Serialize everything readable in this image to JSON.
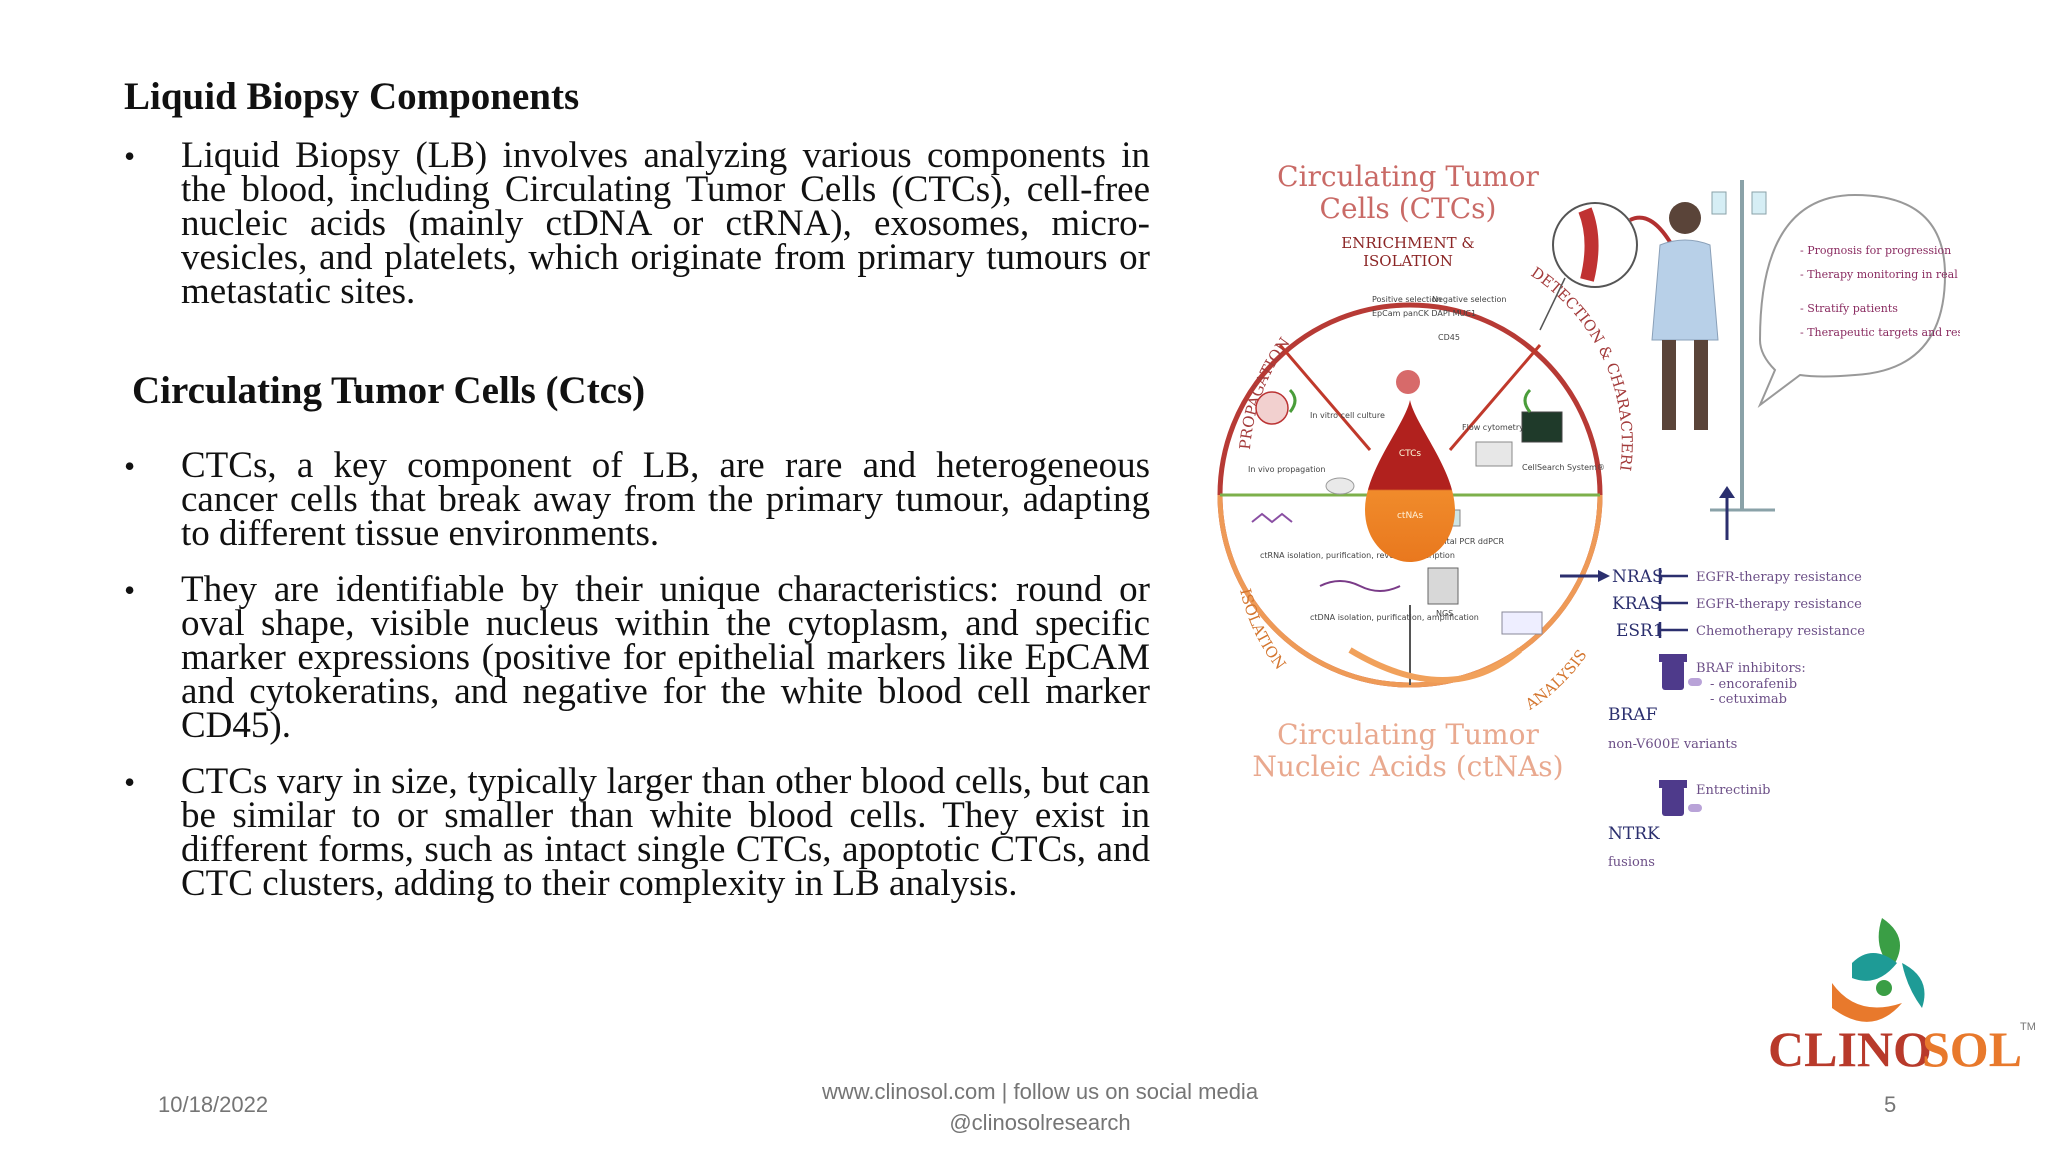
{
  "slide": {
    "heading1": "Liquid Biopsy Components",
    "bullets1": [
      "Liquid Biopsy (LB) involves analyzing various components in the blood, including Circulating Tumor Cells (CTCs), cell-free nucleic acids (mainly ctDNA or ctRNA), exosomes, micro-vesicles, and platelets, which originate from primary tumours or metastatic sites."
    ],
    "heading2": "Circulating Tumor Cells (Ctcs)",
    "bullets2": [
      "CTCs, a key component of LB, are rare and heterogeneous cancer cells that break away from the primary tumour, adapting to different tissue environments.",
      "They are identifiable by their unique characteristics: round or oval shape, visible nucleus within the cytoplasm, and specific marker expressions (positive for epithelial markers like EpCAM and cytokeratins, and negative for the white blood cell marker CD45).",
      "CTCs vary in size, typically larger than other blood cells, but can be similar to or smaller than white blood cells. They exist in different forms, such as intact single CTCs, apoptotic CTCs, and CTC clusters, adding to their complexity in LB analysis."
    ]
  },
  "figure": {
    "title_top": [
      "Circulating Tumor",
      "Cells (CTCs)"
    ],
    "enrichment": [
      "ENRICHMENT &",
      "ISOLATION"
    ],
    "propagation": "PROPAGATION",
    "detection": "DETECTION & CHARACTERIZATION",
    "isolation": "ISOLATION",
    "analysis": "ANALYSIS",
    "title_bottom": [
      "Circulating Tumor",
      "Nucleic Acids (ctNAs)"
    ],
    "center_top": "CTCs",
    "center_bottom": "ctNAs",
    "small_labels": {
      "positive": "Positive selection",
      "negative": "Negative selection",
      "markers": "EpCam panCK DAPI MUC1",
      "cd45": "CD45",
      "invitro": "In vitro cell culture",
      "invivo": "In vivo propagation",
      "flow": "Flow cytometry",
      "cellsearch": "CellSearch System®",
      "ctrna": "ctRNA isolation, purification, revers transcription",
      "ctdna": "ctDNA isolation, purification, amplification",
      "dpcr": "digital PCR  ddPCR",
      "ngs": "NGS"
    },
    "bubble": [
      "- Prognosis for progression",
      "- Therapy monitoring in real time",
      "- Stratify patients",
      "- Therapeutic targets and resistance mechanisms"
    ],
    "genes": [
      {
        "gene": "NRAS",
        "note": "EGFR-therapy resistance"
      },
      {
        "gene": "KRAS",
        "note": "EGFR-therapy resistance"
      },
      {
        "gene": "ESR1",
        "note": "Chemotherapy resistance"
      }
    ],
    "braf": {
      "gene": "BRAF",
      "variants": "non-V600E variants",
      "note1": "BRAF inhibitors:",
      "note2": "- encorafenib",
      "note3": "- cetuximab"
    },
    "ntrk": {
      "gene": "NTRK",
      "sub": "fusions",
      "note": "Entrectinib"
    }
  },
  "logo": {
    "text_part1": "CLINO",
    "text_part2": "SOL",
    "tm": "TM",
    "colors": {
      "red": "#b83a2b",
      "orange": "#e8792c",
      "teal": "#1e9b96",
      "green": "#3a9e45"
    }
  },
  "footer": {
    "date": "10/18/2022",
    "line1": "www.clinosol.com | follow us on social media",
    "line2": "@clinosolresearch",
    "page": "5"
  }
}
